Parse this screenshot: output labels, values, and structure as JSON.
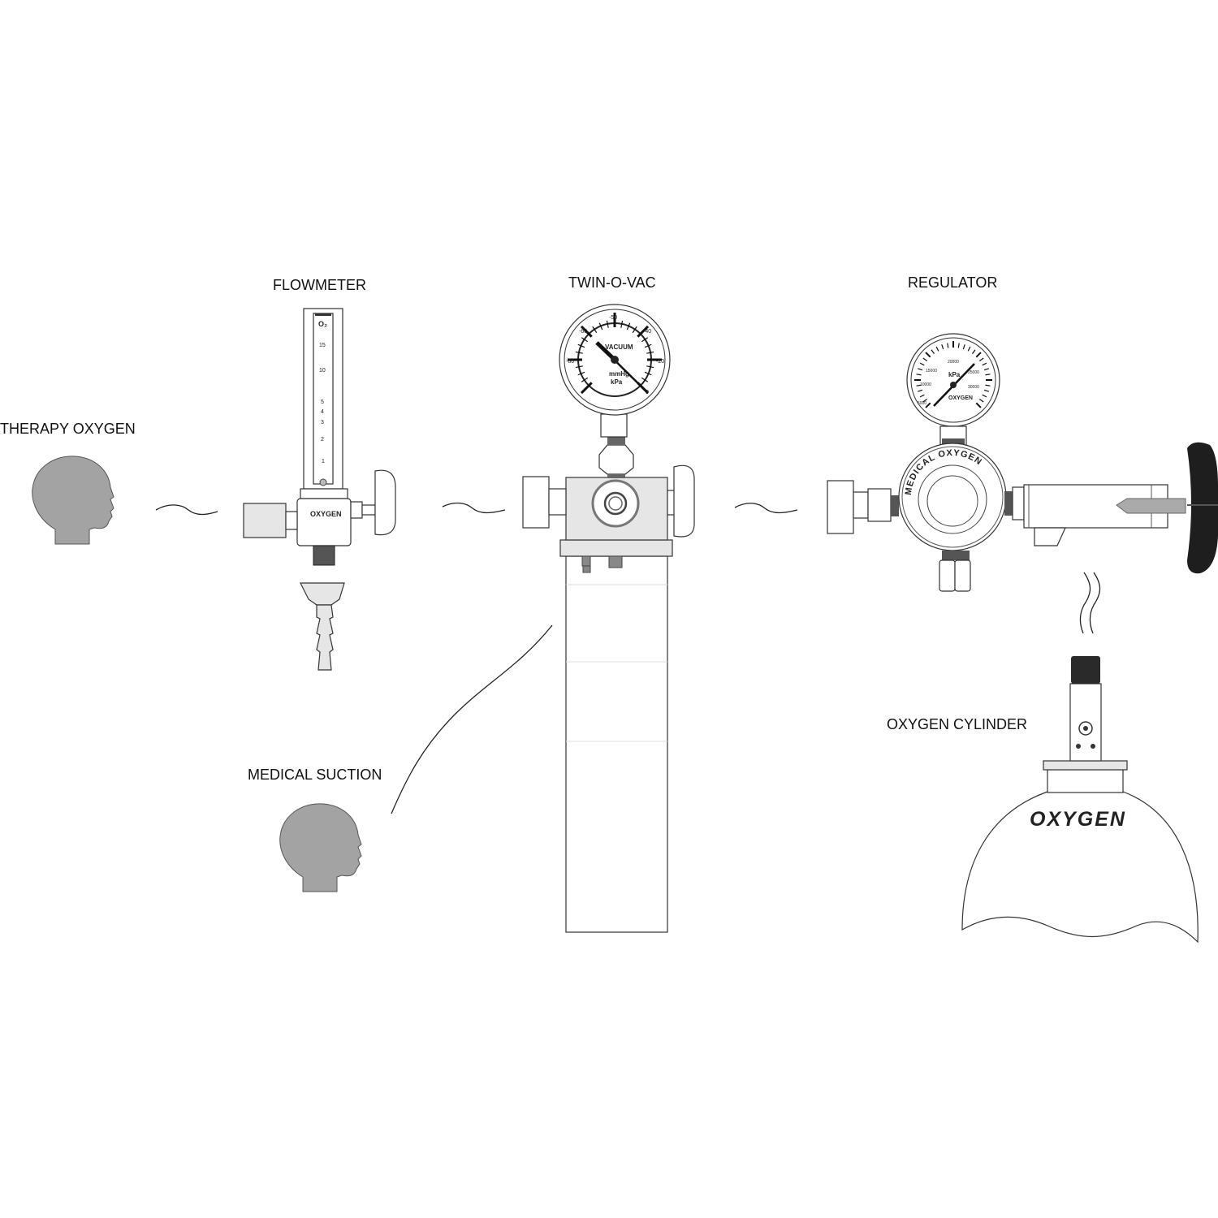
{
  "labels": {
    "therapy_oxygen": "THERAPY OXYGEN",
    "flowmeter": "FLOWMETER",
    "twin_o_vac": "TWIN-O-VAC",
    "regulator": "REGULATOR",
    "medical_suction": "MEDICAL SUCTION",
    "oxygen_cylinder": "OXYGEN CYLINDER"
  },
  "flowmeter": {
    "gas_symbol": "O₂",
    "scale": [
      "15",
      "10",
      "5",
      "4",
      "3",
      "2",
      "1"
    ],
    "body_label": "OXYGEN"
  },
  "vacuum_gauge": {
    "title": "VACUUM",
    "unit1": "mmHg",
    "unit2": "kPa",
    "scale": [
      "-50",
      "-60",
      "-40",
      "-80",
      "-20",
      "0"
    ]
  },
  "regulator_gauge": {
    "unit": "kPa",
    "gas": "OXYGEN",
    "scale": [
      "5000",
      "10000",
      "15000",
      "20000",
      "25000",
      "30000"
    ]
  },
  "regulator": {
    "ring_text": "MEDICAL OXYGEN"
  },
  "cylinder": {
    "label": "OXYGEN"
  },
  "colors": {
    "head": "#a3a3a3",
    "block": "#e6e6e6",
    "handle": "#1e1e1e"
  }
}
